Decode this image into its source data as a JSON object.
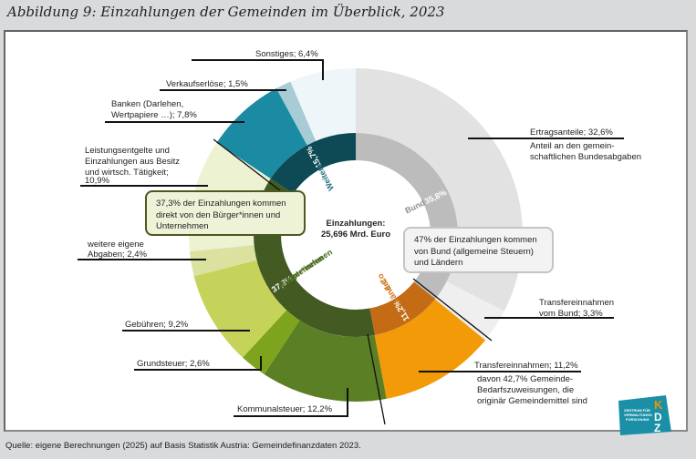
{
  "title": "Abbildung 9: Einzahlungen der Gemeinden im Überblick, 2023",
  "source": "Quelle: eigene Berechnungen (2025) auf Basis Statistik Austria: Gemeindefinanzdaten 2023.",
  "center_label": {
    "line1": "Einzahlungen:",
    "line2": "25,696 Mrd. Euro"
  },
  "callouts": {
    "green": "37,3% der Einzahlungen kommen direkt von den Bürger*innen und Unternehmen",
    "grey": "47% der Einzahlungen kommen von Bund (allgemeine Steuern) und Ländern"
  },
  "logo": {
    "letters": "KDZ",
    "text": "ZENTRUM FÜR VERWALTUNGS FORSCHUNG",
    "color": "#1a8fa6",
    "accent": "#f39200"
  },
  "chart_data": {
    "type": "pie",
    "subtype": "nested-donut",
    "title": "Abbildung 9: Einzahlungen der Gemeinden im Überblick, 2023",
    "total": "25,696 Mrd. Euro",
    "inner": [
      {
        "name": "Bund",
        "value": 35.8,
        "label": "35,8%",
        "color": "#bcbcbd",
        "text_color": "#8e8e8e"
      },
      {
        "name": "Länder & Co",
        "value": 11.2,
        "label": "11,2%",
        "color": "#c46b16",
        "text_color": "#d0731a"
      },
      {
        "name": "Bürger*innen Unternehmen",
        "value": 37.3,
        "label": "37,3%",
        "color": "#435a22",
        "text_color": "#4a6a1e"
      },
      {
        "name": "Weitere",
        "value": 15.7,
        "label": "15,7%",
        "color": "#0d4a55",
        "text_color": "#2a6f80"
      }
    ],
    "outer": [
      {
        "name": "Ertragsanteile",
        "value": 32.6,
        "label": "Ertragsanteile; 32,6%",
        "note": "Anteil an den gemein-schaftlichen Bundesabgaben",
        "color": "#e2e2e3",
        "group": "Bund"
      },
      {
        "name": "Transfereinnahmen vom Bund",
        "value": 3.3,
        "label": "Transfereinnahmen vom Bund; 3,3%",
        "color": "#efeff0",
        "group": "Bund"
      },
      {
        "name": "Transfereinnahmen",
        "value": 11.2,
        "label": "Transfereinnahmen; 11,2%",
        "note": "davon 42,7% Gemeinde-Bedarfszuweisungen, die originär Gemeindemittel sind",
        "color": "#f29a07",
        "group": "Länder & Co"
      },
      {
        "name": "Kommunalsteuer",
        "value": 12.2,
        "label": "Kommunalsteuer; 12,2%",
        "color": "#5a7f25",
        "group": "Bürger*innen Unternehmen"
      },
      {
        "name": "Grundsteuer",
        "value": 2.6,
        "label": "Grundsteuer; 2,6%",
        "color": "#7ea41d",
        "group": "Bürger*innen Unternehmen"
      },
      {
        "name": "Gebühren",
        "value": 9.2,
        "label": "Gebühren; 9,2%",
        "color": "#c5d35a",
        "group": "Bürger*innen Unternehmen"
      },
      {
        "name": "weitere eigene Abgaben",
        "value": 2.4,
        "label": "weitere eigene Abgaben; 2,4%",
        "color": "#dbe2a0",
        "group": "Bürger*innen Unternehmen"
      },
      {
        "name": "Leistungsentgelte und Einzahlungen aus Besitz und wirtsch. Tätigkeit",
        "value": 10.9,
        "label": "Leistungsentgelte und Einzahlungen aus Besitz und wirtsch. Tätigkeit; 10,9%",
        "color": "#edf2d2",
        "group": "Bürger*innen Unternehmen"
      },
      {
        "name": "Banken (Darlehen, Wertpapiere …)",
        "value": 7.8,
        "label": "Banken (Darlehen, Wertpapiere …); 7,8%",
        "color": "#1a8ba3",
        "group": "Weitere"
      },
      {
        "name": "Verkaufserlöse",
        "value": 1.5,
        "label": "Verkaufserlöse; 1,5%",
        "color": "#a7ccd6",
        "group": "Weitere"
      },
      {
        "name": "Sonstiges",
        "value": 6.4,
        "label": "Sonstiges; 6,4%",
        "color": "#eef6f9",
        "group": "Weitere"
      }
    ],
    "labels": {
      "ertrag": {
        "l1": "Ertragsanteile; 32,6%",
        "n1": "Anteil an den gemein-",
        "n2": "schaftlichen Bundesabgaben"
      },
      "transbund": {
        "l1": "Transfereinnahmen",
        "l2": "vom Bund; 3,3%"
      },
      "trans": {
        "l1": "Transfereinnahmen; 11,2%",
        "n1": "davon 42,7% Gemeinde-",
        "n2": "Bedarfszuweisungen, die",
        "n3": "originär Gemeindemittel sind"
      },
      "kommunal": {
        "l1": "Kommunalsteuer; 12,2%"
      },
      "grund": {
        "l1": "Grundsteuer; 2,6%"
      },
      "gebuehren": {
        "l1": "Gebühren; 9,2%"
      },
      "weitere_abg": {
        "l1": "weitere eigene",
        "l2": "Abgaben; 2,4%"
      },
      "leistung": {
        "l1": "Leistungsentgelte und",
        "l2": "Einzahlungen aus Besitz",
        "l3": "und wirtsch. Tätigkeit;",
        "l4": "10,9%"
      },
      "banken": {
        "l1": "Banken (Darlehen,",
        "l2": "Wertpapiere …); 7,8%"
      },
      "verkauf": {
        "l1": "Verkaufserlöse; 1,5%"
      },
      "sonstiges": {
        "l1": "Sonstiges; 6,4%"
      }
    }
  }
}
